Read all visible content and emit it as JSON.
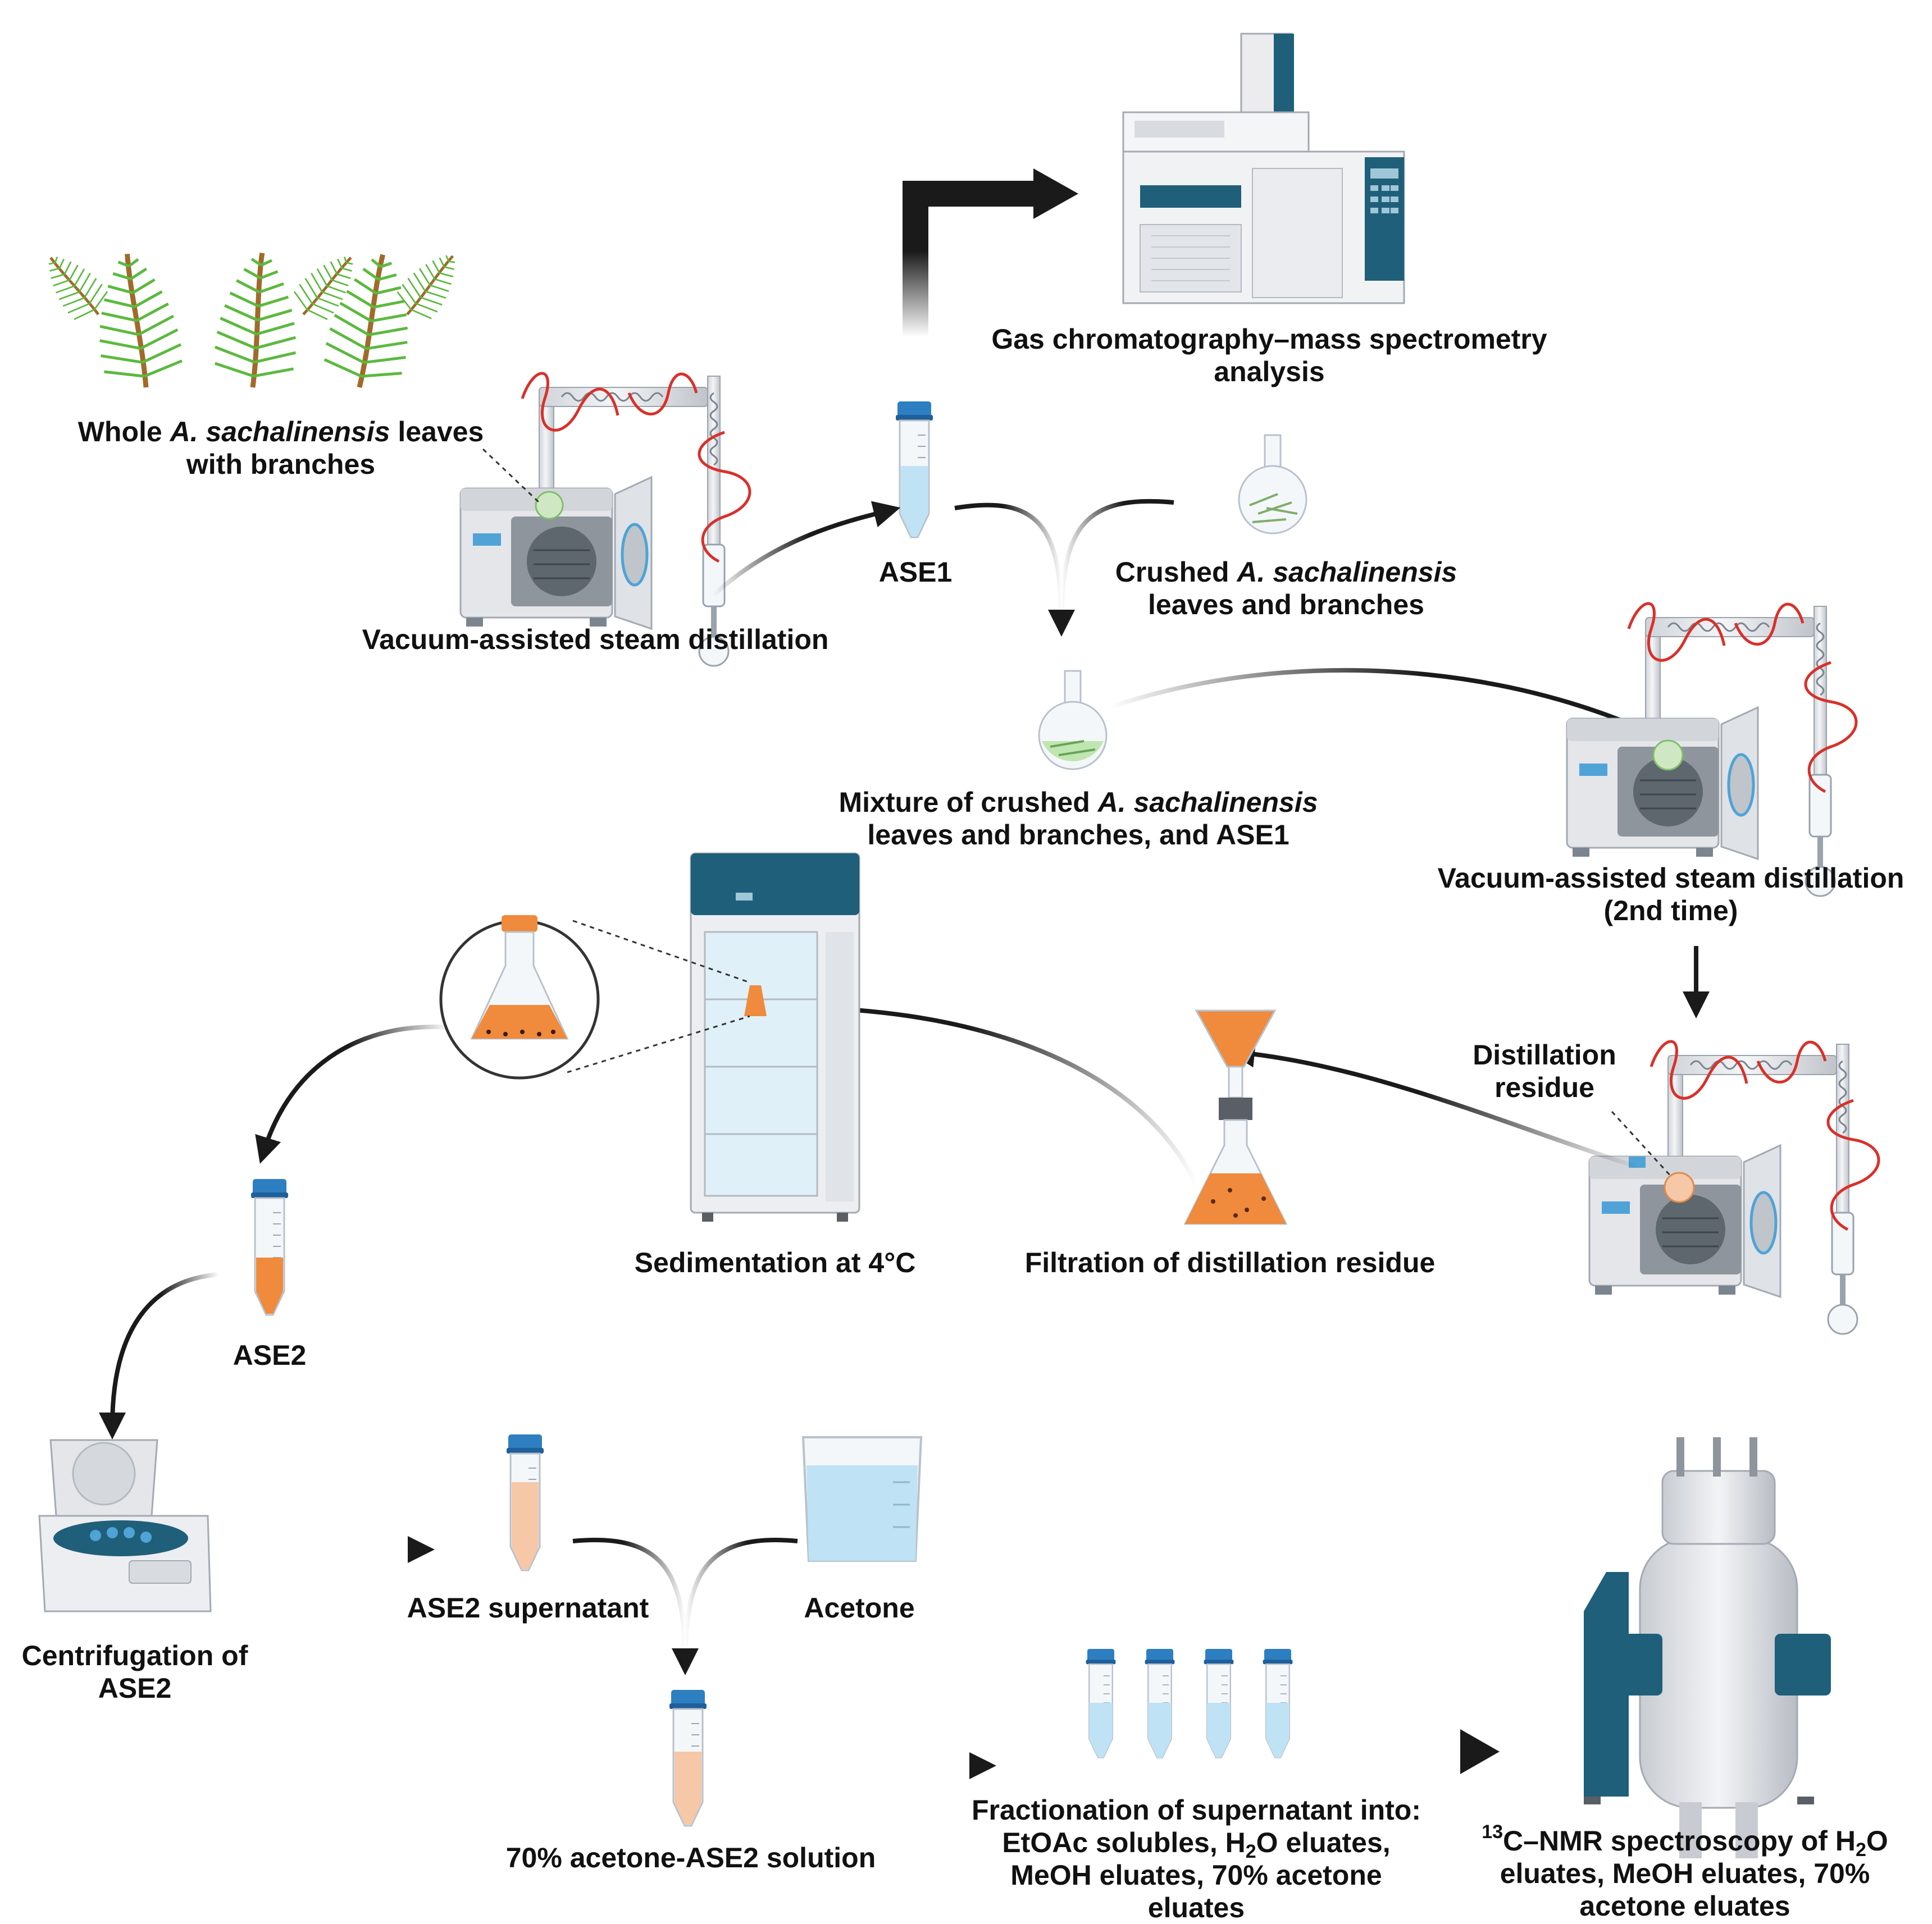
{
  "labels": {
    "leaves_line1_pre": "Whole ",
    "leaves_line1_species": "A. sachalinensis",
    "leaves_line1_post": " leaves",
    "leaves_line2": "with branches",
    "vasd1": "Vacuum-assisted steam distillation",
    "gcms_line1": "Gas chromatography–mass spectrometry",
    "gcms_line2": "analysis",
    "ase1": "ASE1",
    "crushed_line1_pre": "Crushed ",
    "crushed_line1_species": "A. sachalinensis",
    "crushed_line2": "leaves and branches",
    "mixture_line1_pre": "Mixture of crushed ",
    "mixture_line1_species": "A. sachalinensis",
    "mixture_line2": "leaves and branches, and ASE1",
    "vasd2_line1": "Vacuum-assisted steam distillation",
    "vasd2_line2": "(2nd time)",
    "residue_line1": "Distillation",
    "residue_line2": "residue",
    "filtration": "Filtration of distillation residue",
    "sedimentation": "Sedimentation at 4°C",
    "ase2": "ASE2",
    "centrifugation_line1": "Centrifugation of",
    "centrifugation_line2": "ASE2",
    "supernatant": "ASE2 supernatant",
    "acetone": "Acetone",
    "acetone_solution": "70% acetone-ASE2 solution",
    "fraction_line1": "Fractionation of supernatant into:",
    "fraction_line2_a": "EtOAc solubles, H",
    "fraction_line2_sub": "2",
    "fraction_line2_b": "O eluates,",
    "fraction_line3": "MeOH eluates, 70% acetone",
    "fraction_line4": "eluates",
    "nmr_sup": "13",
    "nmr_line1_a": "C–NMR spectroscopy of H",
    "nmr_line1_sub": "2",
    "nmr_line1_b": "O",
    "nmr_line2": "eluates, MeOH eluates, 70%",
    "nmr_line3": "acetone eluates"
  },
  "colors": {
    "cap_blue": "#2d7fc1",
    "liquid_blue": "#bfe2f5",
    "liquid_orange": "#f08a3c",
    "liquid_pale_orange": "#f6c8a8",
    "plant_green": "#5cb93f",
    "stem_brown": "#a06a2a",
    "instrument_navy": "#1f5f7a",
    "heat_red": "#d9302a",
    "arrow_black": "#1a1a1a"
  }
}
